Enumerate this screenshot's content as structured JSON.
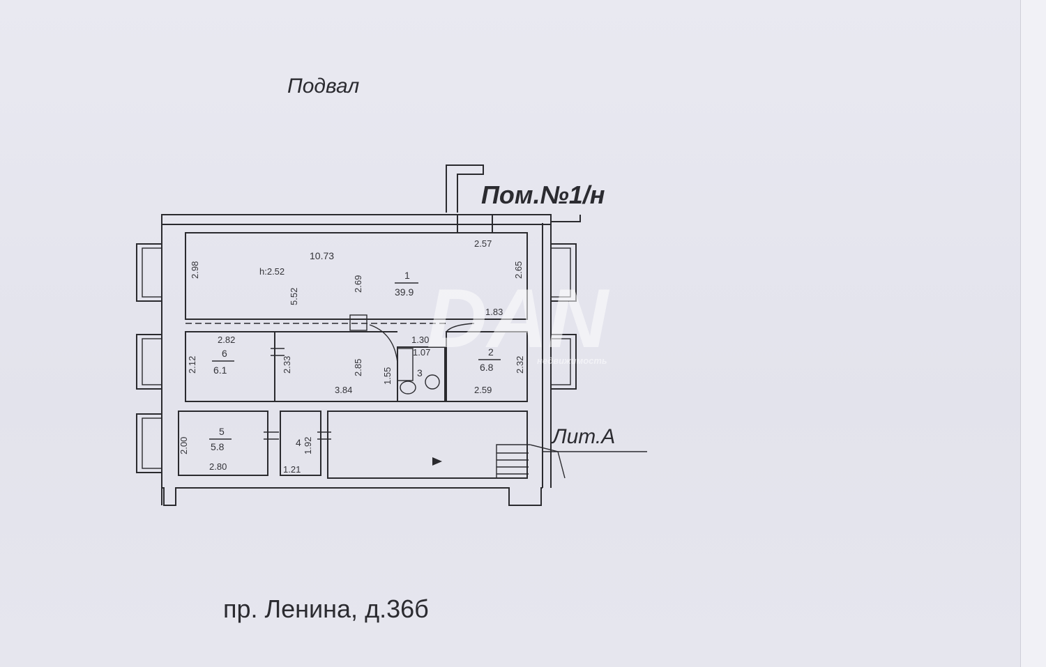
{
  "titles": {
    "floor": "Подвал",
    "unit": "Пом.№1/н",
    "letter": "Лит.А",
    "address": "пр. Ленина, д.36б"
  },
  "watermark": {
    "text": "DAN",
    "sub": "недвижимость"
  },
  "dims": {
    "d_1073": "10.73",
    "d_h252": "h:2.52",
    "d_257": "2.57",
    "d_298": "2.98",
    "d_552": "5.52",
    "d_269": "2.69",
    "d_265": "2.65",
    "d_183": "1.83",
    "d_282": "2.82",
    "d_212": "2.12",
    "d_233": "2.33",
    "d_285": "2.85",
    "d_130": "1.30",
    "d_107": "1.07",
    "d_155": "1.55",
    "d_232": "2.32",
    "d_384": "3.84",
    "d_259": "2.59",
    "d_200": "2.00",
    "d_280": "2.80",
    "d_121": "1.21",
    "d_192": "1.92"
  },
  "rooms": {
    "r1_num": "1",
    "r1_area": "39.9",
    "r2_num": "2",
    "r2_area": "6.8",
    "r3_num": "3",
    "r4_num": "4",
    "r5_num": "5",
    "r5_area": "5.8",
    "r6_num": "6",
    "r6_area": "6.1"
  }
}
